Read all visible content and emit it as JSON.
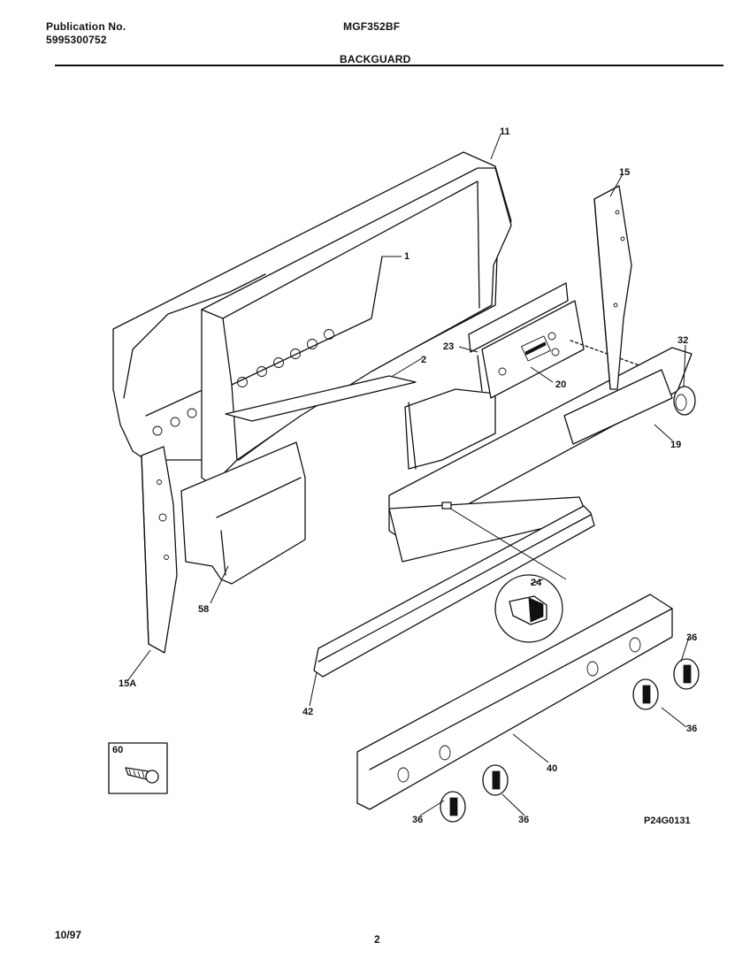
{
  "header": {
    "publication_label": "Publication No.",
    "publication_number": "5995300752",
    "model": "MGF352BF",
    "section_title": "BACKGUARD"
  },
  "footer": {
    "date": "10/97",
    "page_number": "2"
  },
  "diagram": {
    "figure_code": "P24G0131",
    "callouts": {
      "c1": "1",
      "c2": "2",
      "c11": "11",
      "c15": "15",
      "c15a": "15A",
      "c19": "19",
      "c20": "20",
      "c23": "23",
      "c24": "24",
      "c32": "32",
      "c36a": "36",
      "c36b": "36",
      "c36c": "36",
      "c36d": "36",
      "c40": "40",
      "c42": "42",
      "c58": "58",
      "c60": "60"
    }
  }
}
